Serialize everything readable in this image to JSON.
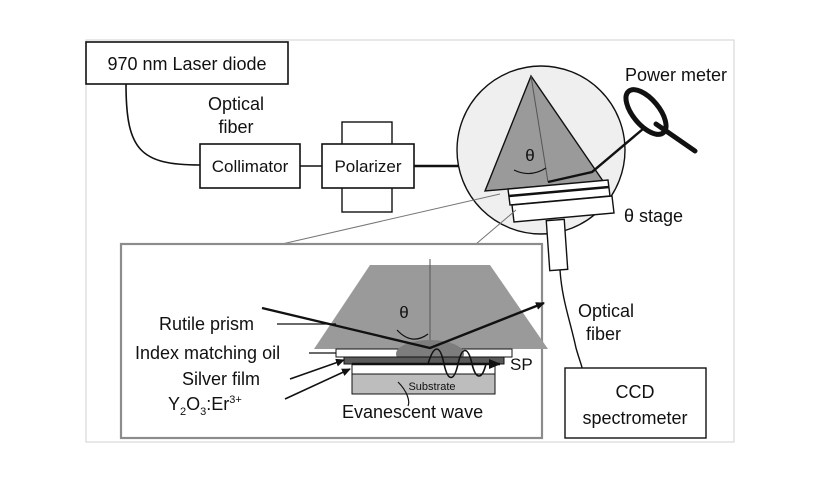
{
  "labels": {
    "laser": "970 nm Laser diode",
    "optical_fiber_top_1": "Optical",
    "optical_fiber_top_2": "fiber",
    "collimator": "Collimator",
    "polarizer": "Polarizer",
    "power_meter": "Power meter",
    "theta_top": "θ",
    "theta_stage": "θ stage",
    "optical_fiber_right_1": "Optical",
    "optical_fiber_right_2": "fiber",
    "ccd_1": "CCD",
    "ccd_2": "spectrometer",
    "rutile_prism": "Rutile prism",
    "theta_inset": "θ",
    "index_matching_oil": "Index matching oil",
    "silver_film": "Silver film",
    "y2o3_base": "Y",
    "y2o3_sub": "2",
    "y2o3_mid": "O",
    "y2o3_sub2": "3",
    "y2o3_er": ":Er",
    "y2o3_sup": "3+",
    "substrate": "Substrate",
    "evanescent_wave": "Evanescent wave",
    "sp": "SP"
  },
  "colors": {
    "ink": "#111111",
    "prism_fill": "#9a9a9a",
    "stage_fill": "#efefef",
    "oil_spot": "#7d7d7d",
    "substrate_fill": "#bdbdbd",
    "frame": "#8c8c8c"
  }
}
